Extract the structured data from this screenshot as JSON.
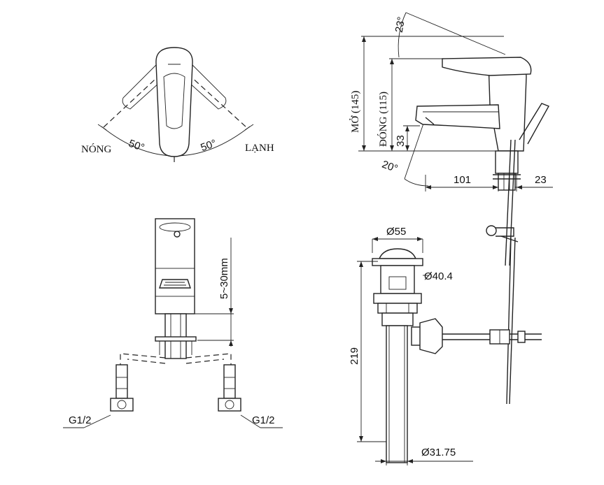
{
  "top_view": {
    "hot_label": "NÓNG",
    "cold_label": "LẠNH",
    "left_angle": "50°",
    "right_angle": "50°"
  },
  "side_view": {
    "top_angle": "23°",
    "bottom_angle": "20°",
    "open_height": "MỞ (145)",
    "closed_height": "ĐÓNG (115)",
    "spout_height": "33",
    "reach": "101",
    "base_offset": "23"
  },
  "front_view": {
    "adjust_range": "5~30mm",
    "left_connector": "G1/2",
    "right_connector": "G1/2"
  },
  "drain_view": {
    "cap_diameter": "Ø55",
    "body_diameter": "Ø40.4",
    "height": "219",
    "pipe_diameter": "Ø31.75"
  }
}
